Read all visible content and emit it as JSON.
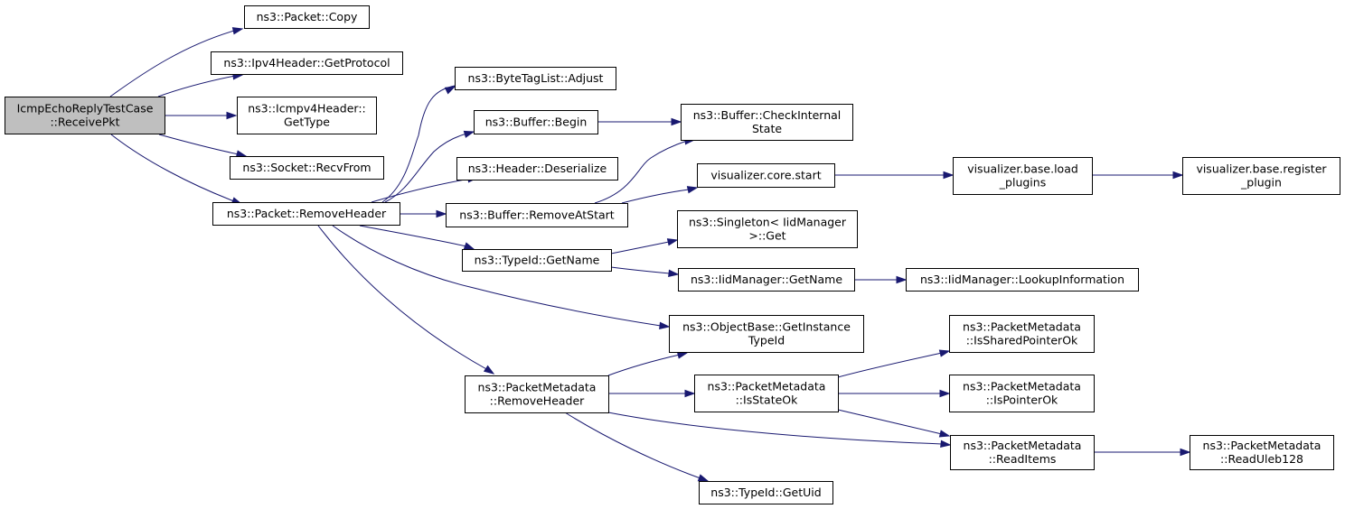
{
  "graph": {
    "nodes": [
      {
        "id": "root",
        "lines": [
          "IcmpEchoReplyTestCase",
          "::ReceivePkt"
        ],
        "root": true
      },
      {
        "id": "packet_copy",
        "lines": [
          "ns3::Packet::Copy"
        ]
      },
      {
        "id": "ipv4_getprotocol",
        "lines": [
          "ns3::Ipv4Header::GetProtocol"
        ]
      },
      {
        "id": "icmpv4_gettype",
        "lines": [
          "ns3::Icmpv4Header::",
          "GetType"
        ]
      },
      {
        "id": "socket_recvfrom",
        "lines": [
          "ns3::Socket::RecvFrom"
        ]
      },
      {
        "id": "packet_removeheader",
        "lines": [
          "ns3::Packet::RemoveHeader"
        ]
      },
      {
        "id": "bytetaglist_adjust",
        "lines": [
          "ns3::ByteTagList::Adjust"
        ]
      },
      {
        "id": "buffer_begin",
        "lines": [
          "ns3::Buffer::Begin"
        ]
      },
      {
        "id": "header_deserialize",
        "lines": [
          "ns3::Header::Deserialize"
        ]
      },
      {
        "id": "buffer_removeatstart",
        "lines": [
          "ns3::Buffer::RemoveAtStart"
        ]
      },
      {
        "id": "typeid_getname",
        "lines": [
          "ns3::TypeId::GetName"
        ]
      },
      {
        "id": "pm_removeheader",
        "lines": [
          "ns3::PacketMetadata",
          "::RemoveHeader"
        ]
      },
      {
        "id": "buffer_checkinternal",
        "lines": [
          "ns3::Buffer::CheckInternal",
          "State"
        ]
      },
      {
        "id": "vis_core_start",
        "lines": [
          "visualizer.core.start"
        ]
      },
      {
        "id": "singleton_get",
        "lines": [
          "ns3::Singleton< IidManager",
          ">::Get"
        ]
      },
      {
        "id": "iidmanager_getname",
        "lines": [
          "ns3::IidManager::GetName"
        ]
      },
      {
        "id": "objectbase_getinstance",
        "lines": [
          "ns3::ObjectBase::GetInstance",
          "TypeId"
        ]
      },
      {
        "id": "pm_isstateok",
        "lines": [
          "ns3::PacketMetadata",
          "::IsStateOk"
        ]
      },
      {
        "id": "typeid_getuid",
        "lines": [
          "ns3::TypeId::GetUid"
        ]
      },
      {
        "id": "vis_base_load",
        "lines": [
          "visualizer.base.load",
          "_plugins"
        ]
      },
      {
        "id": "vis_base_register",
        "lines": [
          "visualizer.base.register",
          "_plugin"
        ]
      },
      {
        "id": "iidmanager_lookup",
        "lines": [
          "ns3::IidManager::LookupInformation"
        ]
      },
      {
        "id": "pm_issharedpointerok",
        "lines": [
          "ns3::PacketMetadata",
          "::IsSharedPointerOk"
        ]
      },
      {
        "id": "pm_ispointerok",
        "lines": [
          "ns3::PacketMetadata",
          "::IsPointerOk"
        ]
      },
      {
        "id": "pm_readitems",
        "lines": [
          "ns3::PacketMetadata",
          "::ReadItems"
        ]
      },
      {
        "id": "pm_readuleb128",
        "lines": [
          "ns3::PacketMetadata",
          "::ReadUleb128"
        ]
      }
    ],
    "edges": [
      {
        "from": "root",
        "to": "packet_copy"
      },
      {
        "from": "root",
        "to": "ipv4_getprotocol"
      },
      {
        "from": "root",
        "to": "icmpv4_gettype"
      },
      {
        "from": "root",
        "to": "socket_recvfrom"
      },
      {
        "from": "root",
        "to": "packet_removeheader"
      },
      {
        "from": "packet_removeheader",
        "to": "bytetaglist_adjust"
      },
      {
        "from": "packet_removeheader",
        "to": "buffer_begin"
      },
      {
        "from": "packet_removeheader",
        "to": "header_deserialize"
      },
      {
        "from": "packet_removeheader",
        "to": "buffer_removeatstart"
      },
      {
        "from": "packet_removeheader",
        "to": "typeid_getname"
      },
      {
        "from": "packet_removeheader",
        "to": "objectbase_getinstance"
      },
      {
        "from": "packet_removeheader",
        "to": "pm_removeheader"
      },
      {
        "from": "buffer_begin",
        "to": "buffer_checkinternal"
      },
      {
        "from": "buffer_removeatstart",
        "to": "buffer_checkinternal"
      },
      {
        "from": "buffer_removeatstart",
        "to": "vis_core_start"
      },
      {
        "from": "vis_core_start",
        "to": "vis_base_load"
      },
      {
        "from": "vis_base_load",
        "to": "vis_base_register"
      },
      {
        "from": "typeid_getname",
        "to": "singleton_get"
      },
      {
        "from": "typeid_getname",
        "to": "iidmanager_getname"
      },
      {
        "from": "iidmanager_getname",
        "to": "iidmanager_lookup"
      },
      {
        "from": "pm_removeheader",
        "to": "objectbase_getinstance"
      },
      {
        "from": "pm_removeheader",
        "to": "pm_isstateok"
      },
      {
        "from": "pm_removeheader",
        "to": "pm_readitems"
      },
      {
        "from": "pm_removeheader",
        "to": "typeid_getuid"
      },
      {
        "from": "pm_isstateok",
        "to": "pm_issharedpointerok"
      },
      {
        "from": "pm_isstateok",
        "to": "pm_ispointerok"
      },
      {
        "from": "pm_isstateok",
        "to": "pm_readitems"
      },
      {
        "from": "pm_readitems",
        "to": "pm_readuleb128"
      }
    ],
    "colors": {
      "edge": "#191970",
      "root_fill": "#bfbfbf",
      "node_fill": "#ffffff",
      "border": "#000000"
    }
  }
}
